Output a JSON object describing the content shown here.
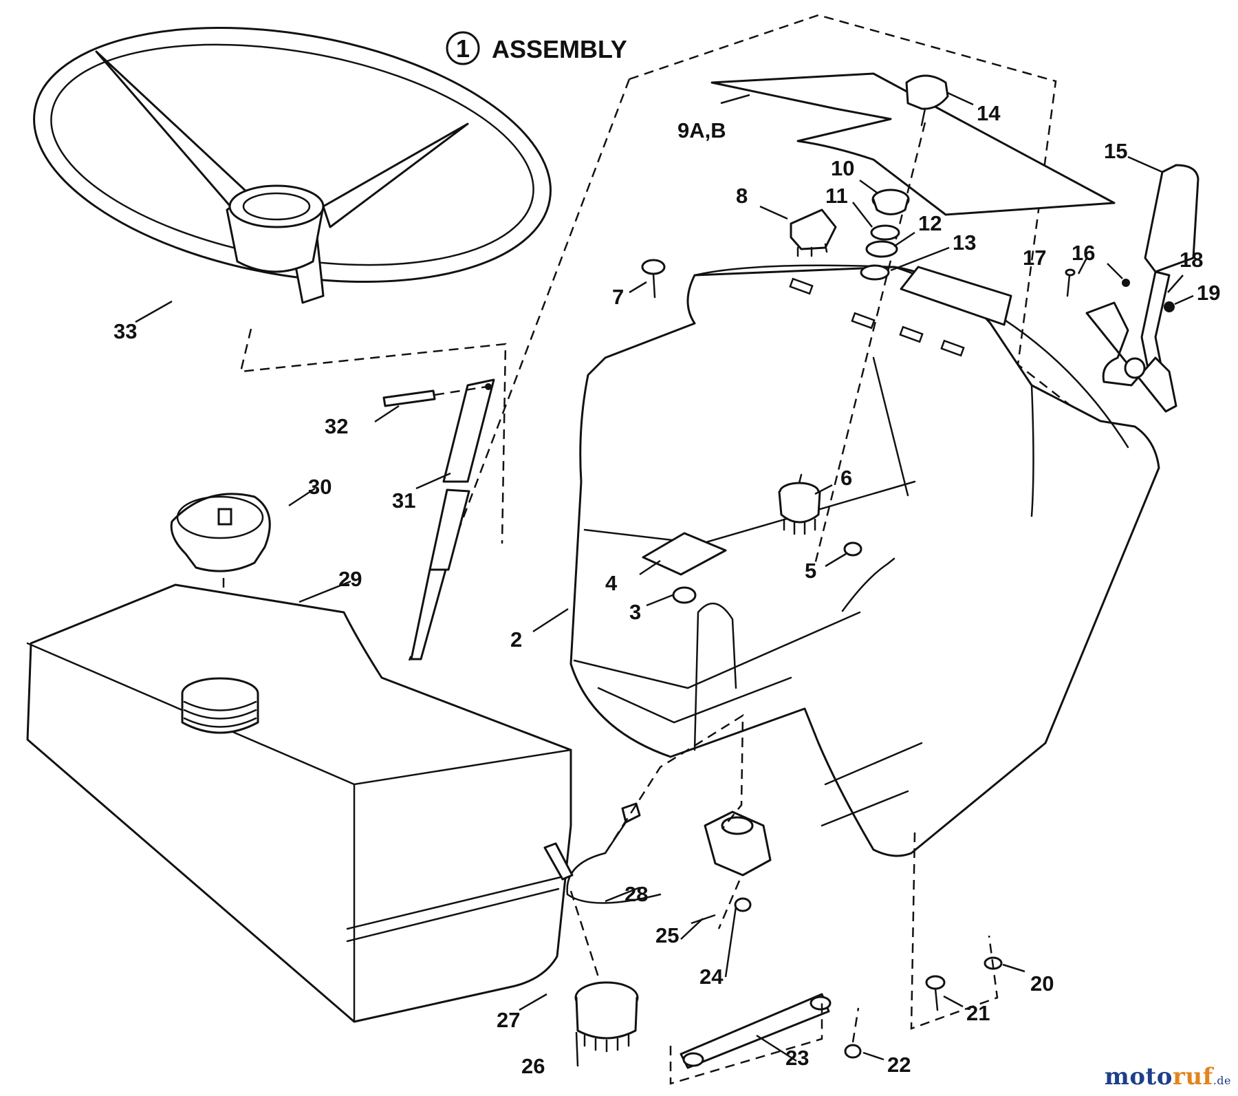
{
  "diagram": {
    "title_number": "1",
    "title_text": "ASSEMBLY",
    "labels": {
      "l2": "2",
      "l3": "3",
      "l4": "4",
      "l5": "5",
      "l6": "6",
      "l7": "7",
      "l8": "8",
      "l9": "9A,B",
      "l10": "10",
      "l11": "11",
      "l12": "12",
      "l13": "13",
      "l14": "14",
      "l15": "15",
      "l16": "16",
      "l17": "17",
      "l18": "18",
      "l19": "19",
      "l20": "20",
      "l21": "21",
      "l22": "22",
      "l23": "23",
      "l24": "24",
      "l25": "25",
      "l26": "26",
      "l27": "27",
      "l28": "28",
      "l29": "29",
      "l30": "30",
      "l31": "31",
      "l32": "32",
      "l33": "33"
    }
  },
  "watermark": {
    "part1": "moto",
    "part2": "ruf",
    "part3": ".de"
  }
}
